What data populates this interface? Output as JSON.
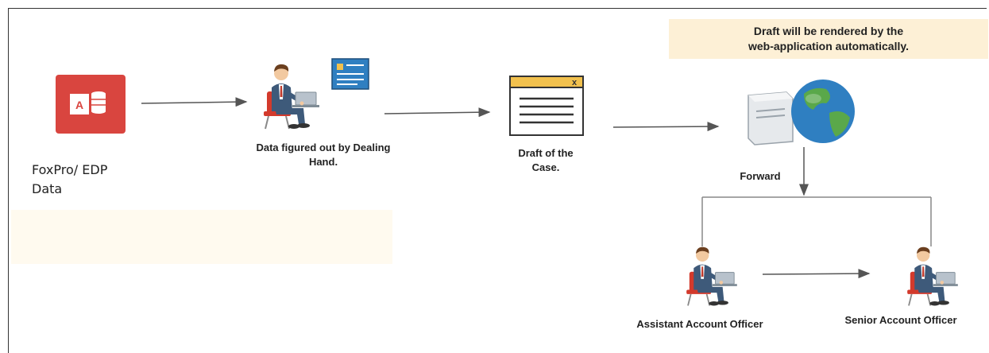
{
  "note": {
    "line1": "Draft will be rendered by the",
    "line2": "web-application automatically."
  },
  "nodes": {
    "foxpro": {
      "line1": "FoxPro/ EDP",
      "line2": "Data",
      "icon": "access-database-icon",
      "icon_text": "A"
    },
    "dealing": {
      "line1": "Data  figured out by Dealing",
      "line2": "Hand."
    },
    "draft": {
      "line1": "Draft of the",
      "line2": "Case.",
      "icon_text": "x"
    },
    "server": {
      "icon": "web-server-globe-icon"
    },
    "forward": {
      "label": "Forward"
    },
    "aao": {
      "label": "Assistant Account Officer"
    },
    "sao": {
      "label": "Senior Account Officer"
    }
  },
  "colors": {
    "access_red": "#d9453f",
    "arrow": "#555555",
    "suit": "#3e5a7a",
    "shirt": "#ffffff",
    "tie": "#c0392b",
    "chair": "#d33a2c",
    "skin": "#f2c9a0",
    "hair": "#6b3f1f",
    "doc_header": "#f2c14e",
    "globe": "#2f7fc1",
    "land": "#5aa84a"
  }
}
